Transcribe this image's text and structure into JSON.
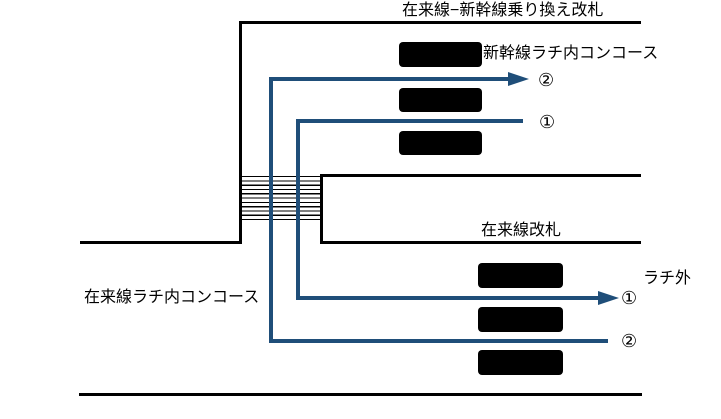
{
  "diagram": {
    "title": "在来線−新幹線乗り換え改札",
    "areas": {
      "shinkansen_concourse": "新幹線ラチ内コンコース",
      "conventional_concourse": "在来線ラチ内コンコース",
      "conventional_gate": "在来線改札",
      "outside_gate": "ラチ外"
    },
    "markers": {
      "top_2": "②",
      "top_1": "①",
      "bottom_1": "①",
      "bottom_2": "②"
    },
    "colors": {
      "route_blue": "#1F4E79",
      "wall_black": "#000000",
      "redacted_black": "#000000",
      "background": "#FFFFFF"
    },
    "icons": {
      "stairs_hatch": "stairs-hatch",
      "route_arrowhead": "right-arrowhead-icon"
    }
  }
}
